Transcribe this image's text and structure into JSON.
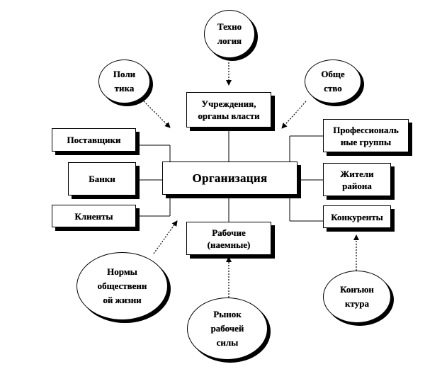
{
  "center": "Организация",
  "boxes": {
    "institutions": "Учреждения,\nорганы власти",
    "suppliers": "Поставщики",
    "banks": "Банки",
    "clients": "Клиенты",
    "workers": "Рабочие\n(наемные)",
    "professional_groups": "Профессиональ\nные группы",
    "residents": "Жители\nрайона",
    "competitors": "Конкуренты"
  },
  "ellipses": {
    "technology": "Техно\nлогия",
    "politics": "Поли\nтика",
    "society": "Обще\nство",
    "social_norms": "Нормы\nобщественн\nой жизни",
    "labor_market": "Рынок\nрабочей\nсилы",
    "market_conditions": "Конъюн\nктура"
  }
}
